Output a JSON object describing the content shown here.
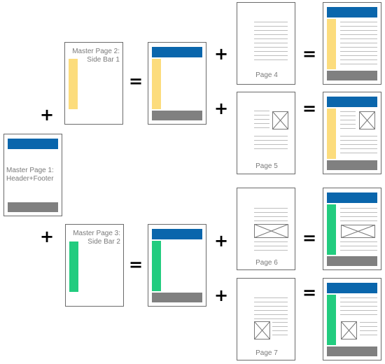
{
  "master1": {
    "label_line1": "Master Page 1:",
    "label_line2": "Header+Footer"
  },
  "master2": {
    "label_line1": "Master Page 2:",
    "label_line2": "Side Bar 1"
  },
  "master3": {
    "label_line1": "Master Page 3:",
    "label_line2": "Side Bar 2"
  },
  "pages": {
    "p4": "Page 4",
    "p5": "Page 5",
    "p6": "Page 6",
    "p7": "Page 7"
  },
  "operators": {
    "plus": "+",
    "equals": "="
  },
  "colors": {
    "header": "#0a66ac",
    "footer": "#808080",
    "sidebar1": "#fcdc7c",
    "sidebar2": "#22cc7f"
  }
}
